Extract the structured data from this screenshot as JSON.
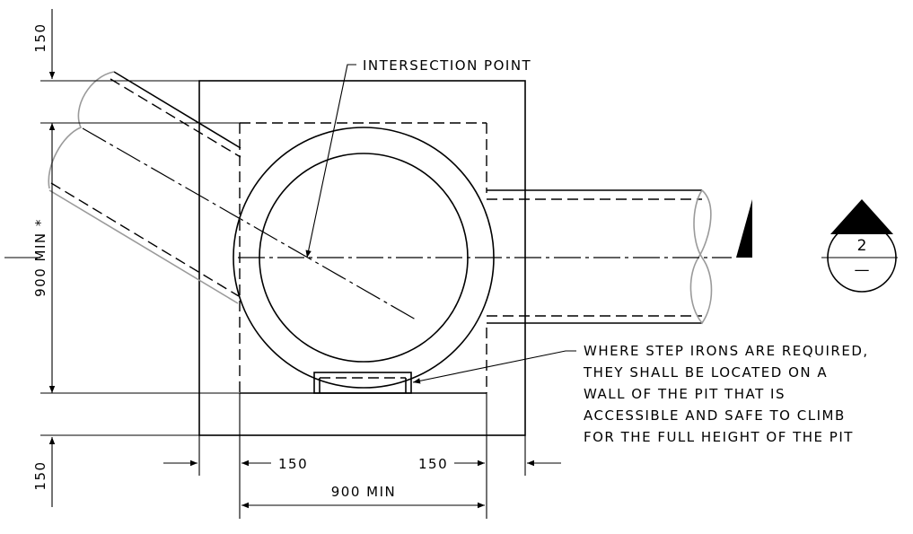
{
  "labels": {
    "intersection_point": "INTERSECTION POINT",
    "note_lines": [
      "WHERE STEP IRONS ARE REQUIRED,",
      "THEY SHALL BE LOCATED ON A",
      "WALL OF THE PIT THAT IS",
      "ACCESSIBLE AND SAFE TO CLIMB",
      "FOR THE FULL HEIGHT OF THE PIT"
    ]
  },
  "dimensions": {
    "top_wall": "150",
    "bottom_wall": "150",
    "left_height": "900 MIN *",
    "bottom_left_wall": "150",
    "bottom_right_wall": "150",
    "bottom_width": "900 MIN"
  },
  "section_marker": {
    "number": "2",
    "sheet": "—"
  }
}
